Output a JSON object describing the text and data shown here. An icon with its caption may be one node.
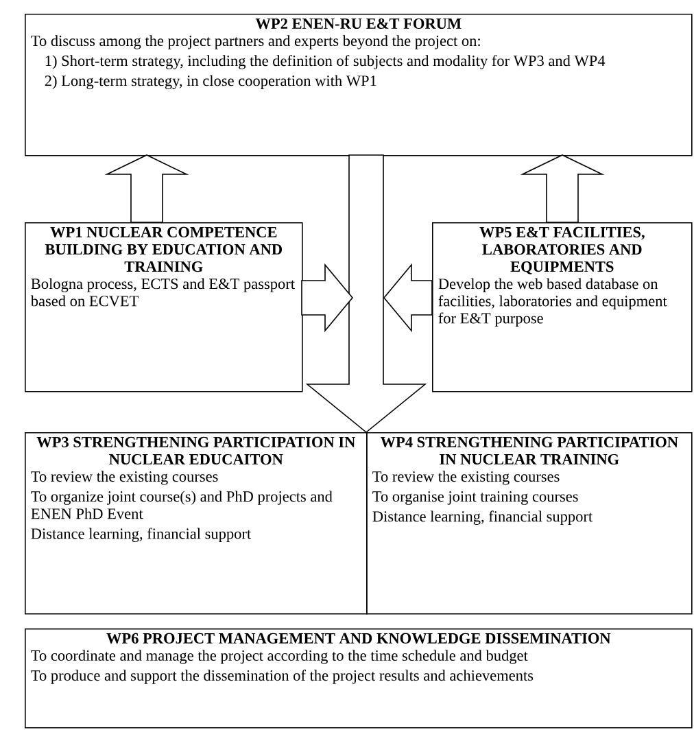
{
  "diagram": {
    "nodes": [
      {
        "text": [
          "WP2   ENEN-RU E&T FORUM",
          "To discuss among the project partners and experts beyond the project on:",
          "1) Short-term strategy, including the definition of subjects and modality for WP3 and WP4",
          "2) Long-term strategy, in close cooperation with WP1"
        ]
      },
      {
        "text": [
          "WP1   NUCLEAR COMPETENCE BUILDING BY EDUCATION AND TRAINING",
          "Bologna process, ECTS and E&T passport based on ECVET"
        ]
      },
      {
        "text": [
          "WP5   E&T FACILITIES, LABORATORIES AND EQUIPMENTS",
          "Develop the web based database on facilities, laboratories and equipment for E&T purpose"
        ]
      },
      {
        "text": [
          "WP3   STRENGTHENING PARTICIPATION IN NUCLEAR EDUCAITON",
          "To review the existing courses",
          "To organize joint course(s) and PhD projects and ENEN PhD Event",
          "Distance learning, financial support"
        ]
      },
      {
        "text": [
          "WP4   STRENGTHENING PARTICIPATION IN NUCLEAR TRAINING",
          "To review the existing courses",
          "To organise joint training courses",
          "Distance learning, financial support"
        ]
      },
      {
        "text": [
          "WP6   PROJECT MANAGEMENT AND KNOWLEDGE DISSEMINATION",
          "To coordinate and manage the project according to the time schedule and budget",
          "To produce and support the dissemination of the project results and achievements"
        ]
      }
    ],
    "edges": [
      {
        "from": 1,
        "to": 0,
        "arrow": "to"
      },
      {
        "from": 2,
        "to": 0,
        "arrow": "to"
      },
      {
        "from": 0,
        "to": 3,
        "arrow": "to"
      },
      {
        "from": 0,
        "to": 4,
        "arrow": "to"
      },
      {
        "from": 1,
        "to": null,
        "arrow": "to"
      },
      {
        "from": 2,
        "to": null,
        "arrow": "to"
      }
    ]
  }
}
